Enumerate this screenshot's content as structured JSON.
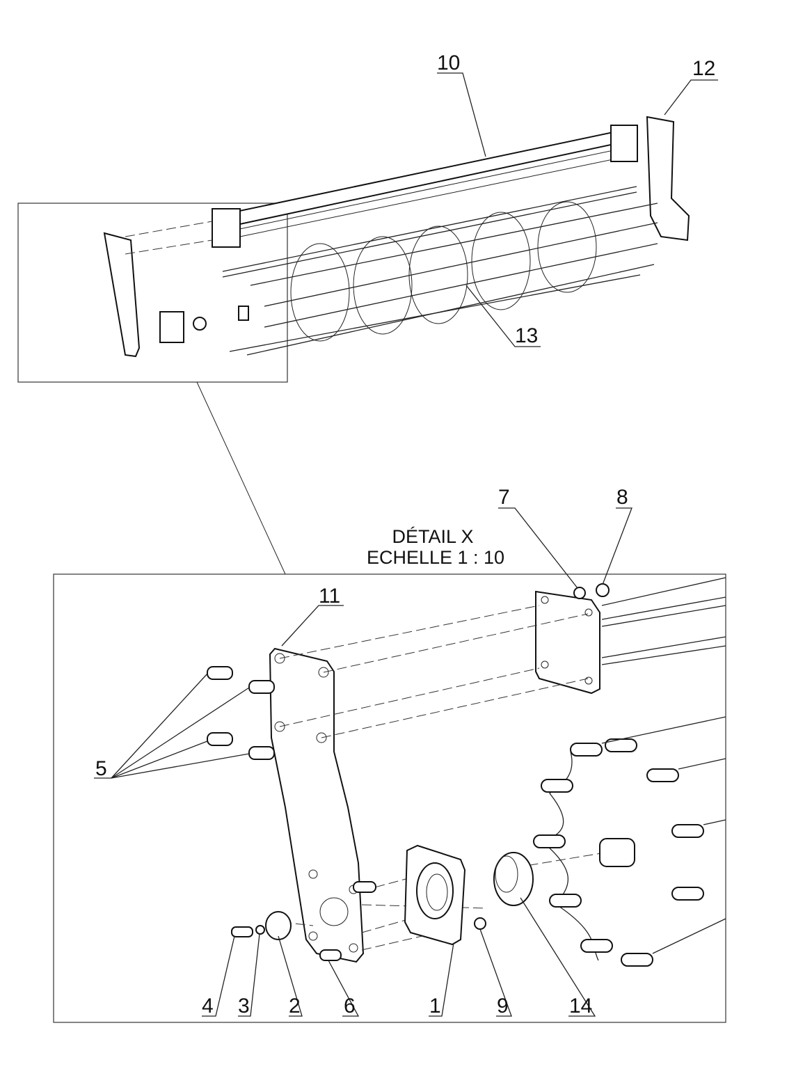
{
  "detail": {
    "title": "DÉTAIL X",
    "scale": "ECHELLE 1 : 10"
  },
  "balloons": {
    "p10": "10",
    "p12": "12",
    "p13": "13",
    "p7": "7",
    "p8": "8",
    "p11": "11",
    "p5": "5",
    "p4": "4",
    "p3": "3",
    "p2": "2",
    "p6": "6",
    "p1": "1",
    "p9": "9",
    "p14": "14"
  }
}
